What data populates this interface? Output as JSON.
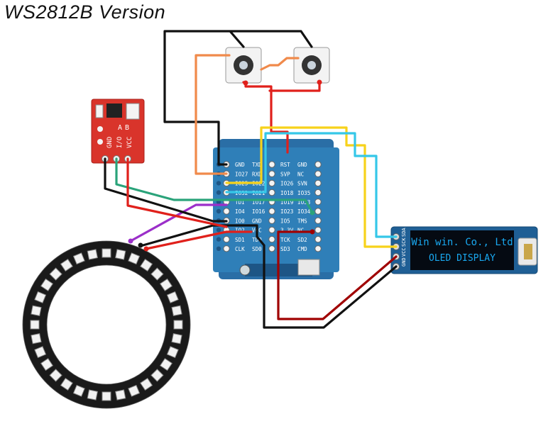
{
  "title": "WS2812B Version",
  "board": {
    "left_pins": [
      {
        "left": "GND",
        "right": "TXD"
      },
      {
        "left": "IO27",
        "right": "RXD"
      },
      {
        "left": "IO25",
        "right": "IO22"
      },
      {
        "left": "IO32",
        "right": "IO21"
      },
      {
        "left": "TDI",
        "right": "IO17"
      },
      {
        "left": "IO4",
        "right": "IO16"
      },
      {
        "left": "IO0",
        "right": "GND"
      },
      {
        "left": "IO2",
        "right": "VCC"
      },
      {
        "left": "SD1",
        "right": "TDO"
      },
      {
        "left": "CLK",
        "right": "SD0"
      }
    ],
    "right_pins": [
      {
        "left": "RST",
        "right": "GND"
      },
      {
        "left": "SVP",
        "right": "NC"
      },
      {
        "left": "IO26",
        "right": "SVN"
      },
      {
        "left": "IO18",
        "right": "IO35"
      },
      {
        "left": "IO19",
        "right": "IO33"
      },
      {
        "left": "IO23",
        "right": "IO34"
      },
      {
        "left": "IO5",
        "right": "TMS"
      },
      {
        "left": "3.3V",
        "right": "NC"
      },
      {
        "left": "TCK",
        "right": "SD2"
      },
      {
        "left": "SD3",
        "right": "CMD"
      }
    ]
  },
  "touch_sensor": {
    "pin_labels": [
      "GND",
      "I/O",
      "VCC"
    ],
    "side_labels": [
      "A",
      "B"
    ]
  },
  "oled": {
    "line1": "Win win. Co., Ltd",
    "line2": "OLED DISPLAY",
    "pin_labels": [
      "SDA",
      "SCK",
      "VCC",
      "GND"
    ]
  },
  "ring": {
    "led_count": 32
  },
  "colors": {
    "black": "#111111",
    "red": "#e0201b",
    "dark_red": "#a00000",
    "orange": "#f08a4b",
    "yellow": "#f7d21a",
    "cyan": "#35c7e8",
    "teal": "#2aa37a",
    "purple": "#9b2fc9",
    "board": "#2f7fb8",
    "sensor": "#d9342b",
    "oled_text": "#19a8f0"
  }
}
